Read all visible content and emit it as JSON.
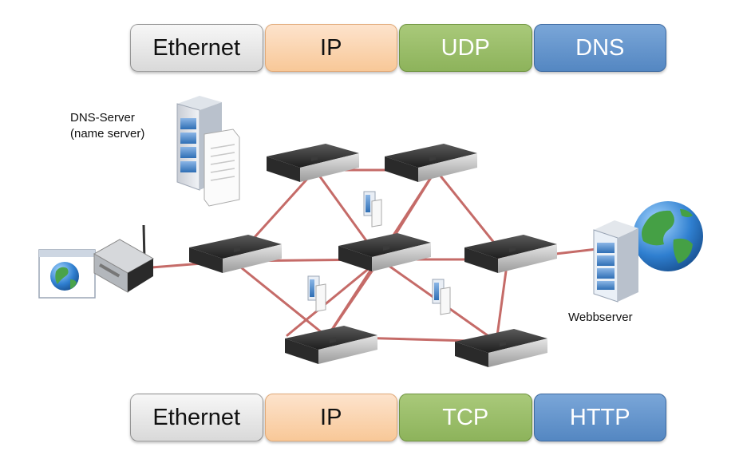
{
  "top_stack": {
    "layer1": "Ethernet",
    "layer2": "IP",
    "layer3": "UDP",
    "layer4": "DNS"
  },
  "bottom_stack": {
    "layer1": "Ethernet",
    "layer2": "IP",
    "layer3": "TCP",
    "layer4": "HTTP"
  },
  "labels": {
    "dns_server_line1": "DNS-Server",
    "dns_server_line2": "(name server)",
    "webserver": "Webbserver"
  },
  "colors": {
    "link": "#c0504d",
    "udp_tcp": "#8db35b",
    "dns_http": "#5487c2",
    "ip": "#f8c898"
  }
}
